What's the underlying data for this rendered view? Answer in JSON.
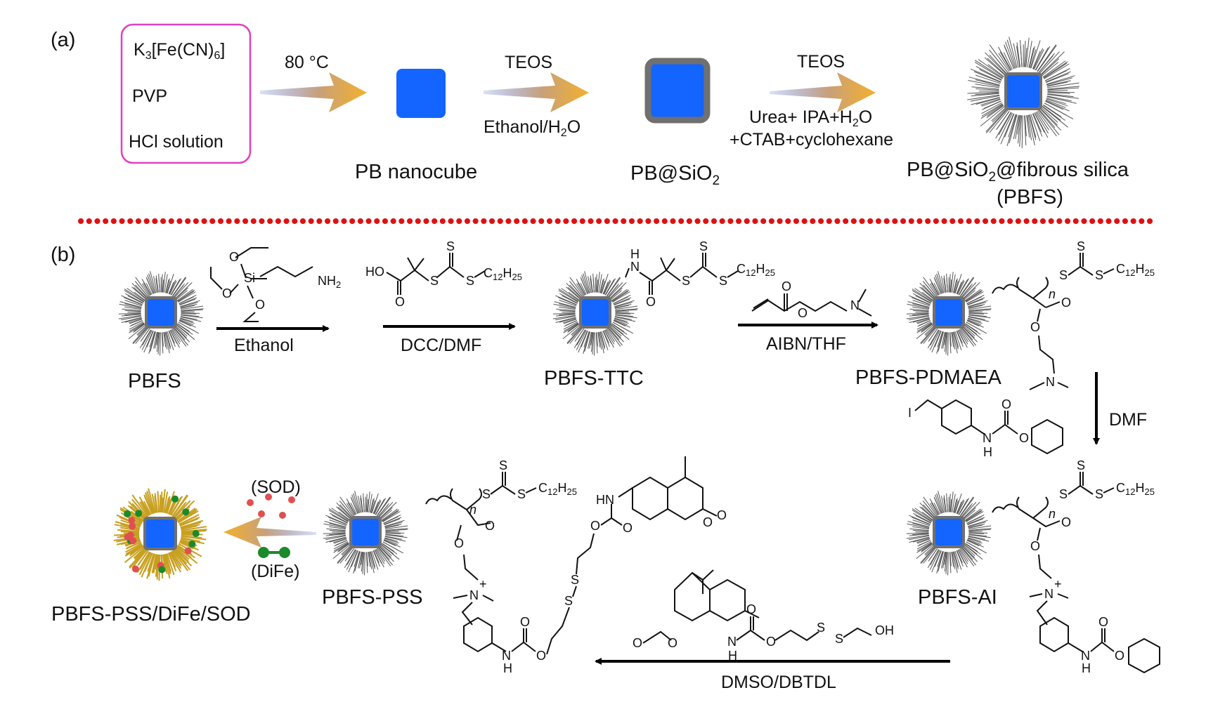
{
  "panel_a": {
    "label": "(a)",
    "reagents": [
      "K3[Fe(CN)6]",
      "PVP",
      "HCl solution"
    ],
    "step1_condition": "80 °C",
    "step2_top": "TEOS",
    "step2_bottom": "Ethanol/H2O",
    "step3_top": "TEOS",
    "step3_bottom_1": "Urea+ IPA+H2O",
    "step3_bottom_2": "+CTAB+cyclohexane",
    "product1": "PB nanocube",
    "product2": "PB@SiO2",
    "product3_line1": "PB@SiO2@fibrous silica",
    "product3_line2": "(PBFS)"
  },
  "panel_b": {
    "label": "(b)",
    "reagent_aptes": [
      "Si",
      "NH2"
    ],
    "step1_condition": "Ethanol",
    "reagent_ttc": [
      "HO",
      "S",
      "S",
      "C12H25"
    ],
    "step2_condition": "DCC/DMF",
    "reagent_dmaea": [
      "O",
      "O",
      "N"
    ],
    "step3_condition": "AIBN/THF",
    "step4_reagent": [
      "I",
      "H",
      "N",
      "O",
      "O"
    ],
    "step4_condition": "DMF",
    "step5_reagent": [
      "O",
      "O",
      "H",
      "N",
      "O",
      "S",
      "S",
      "OH"
    ],
    "step5_condition": "DMSO/DBTDL",
    "step6_top": "(SOD)",
    "step6_bottom": "(DiFe)",
    "product_pbfs": "PBFS",
    "product_ttc": "PBFS-TTC",
    "product_pdmaea": "PBFS-PDMAEA",
    "product_ai": "PBFS-AI",
    "product_pss": "PBFS-PSS",
    "product_final": "PBFS-PSS/DiFe/SOD",
    "chain_labels": {
      "n": "n",
      "s": "S",
      "c12": "C12H25",
      "o": "O",
      "n_atom": "N",
      "nplus": "N+",
      "hn": "HN",
      "h": "H"
    }
  },
  "colors": {
    "nanocube": "#1464ff",
    "shell": "#707070",
    "fiber": "#555555",
    "reagent_box": "#e040c0",
    "separator": "#e01010",
    "arrow_gradient_start": "#6f86d6",
    "arrow_gradient_end": "#f3b02e",
    "fiber_gold": "#c8a020",
    "sod_dot": "#e05050",
    "dife_dot": "#1a8a2a"
  }
}
